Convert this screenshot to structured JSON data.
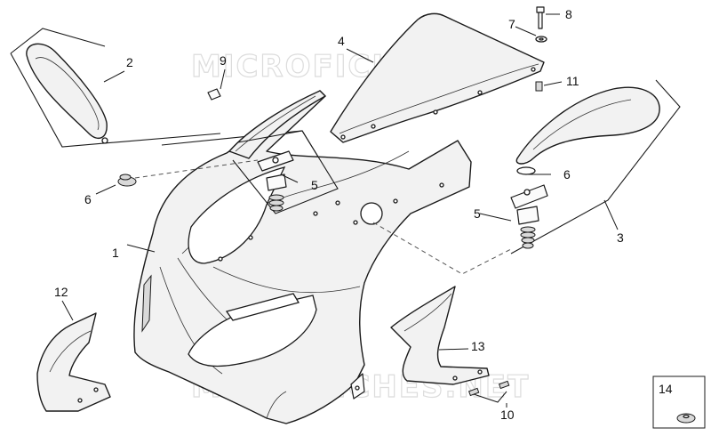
{
  "watermark": {
    "text": "MICROFICHES.NET"
  },
  "callouts": {
    "c1": "1",
    "c2": "2",
    "c3": "3",
    "c4": "4",
    "c5a": "5",
    "c5b": "5",
    "c6a": "6",
    "c6b": "6",
    "c7": "7",
    "c8": "8",
    "c9": "9",
    "c10": "10",
    "c11": "11",
    "c12": "12",
    "c13": "13",
    "c14": "14"
  }
}
